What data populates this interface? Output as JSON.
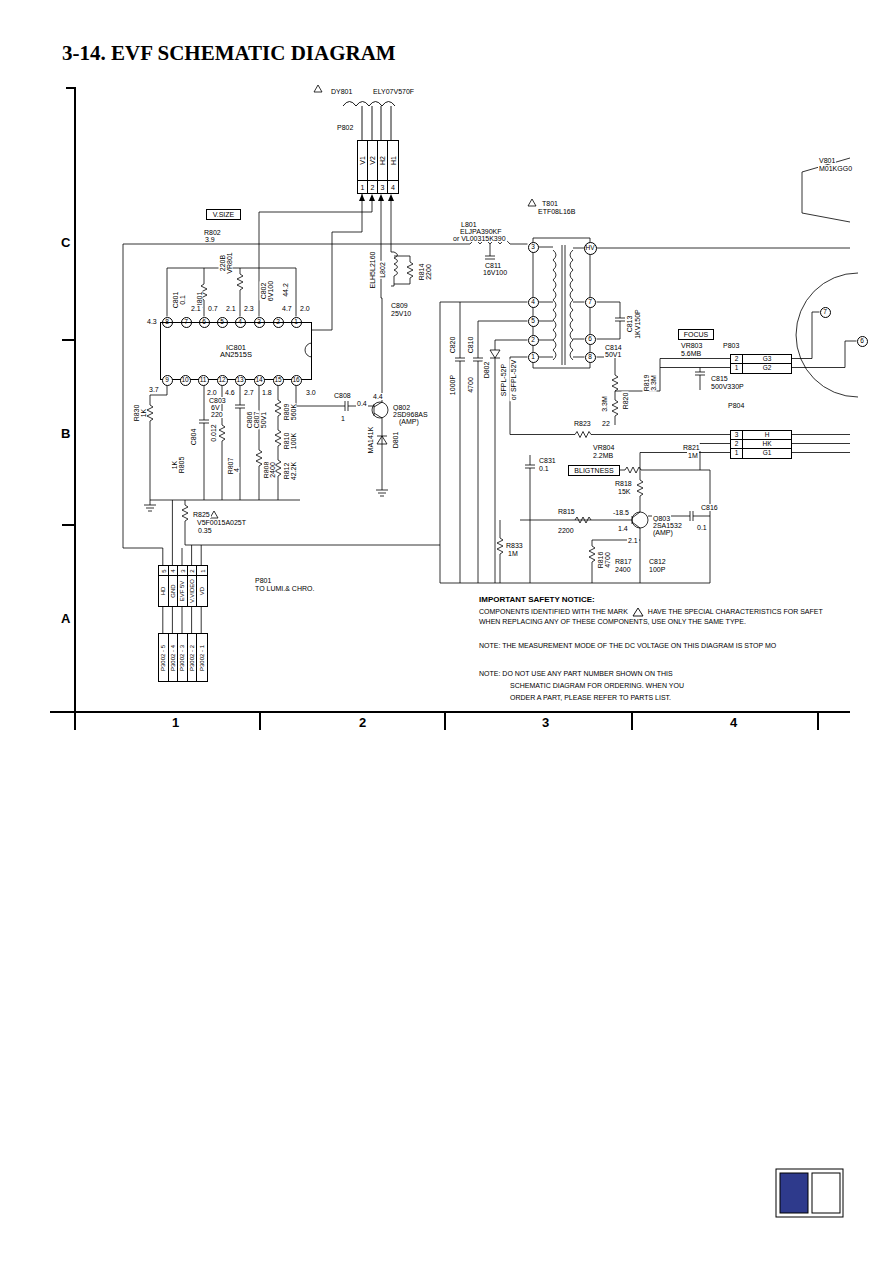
{
  "diagram": {
    "title": "3-14. EVF SCHEMATIC DIAGRAM",
    "nodes": [
      {
        "text": [
          "V1",
          "V2",
          "H2",
          "H1",
          "1",
          "2",
          "3",
          "4"
        ]
      },
      {
        "text": [
          "V.SIZE"
        ]
      },
      {
        "text": [
          "8"
        ]
      },
      {
        "text": [
          "7"
        ]
      },
      {
        "text": [
          "6"
        ]
      },
      {
        "text": [
          "5"
        ]
      },
      {
        "text": [
          "4"
        ]
      },
      {
        "text": [
          "3"
        ]
      },
      {
        "text": [
          "2"
        ]
      },
      {
        "text": [
          "1"
        ]
      },
      {
        "text": [
          "IC801",
          "AN2515S"
        ]
      },
      {
        "text": [
          "9"
        ]
      },
      {
        "text": [
          "10"
        ]
      },
      {
        "text": [
          "11"
        ]
      },
      {
        "text": [
          "12"
        ]
      },
      {
        "text": [
          "13"
        ]
      },
      {
        "text": [
          "14"
        ]
      },
      {
        "text": [
          "15"
        ]
      },
      {
        "text": [
          "16"
        ]
      },
      {
        "text": [
          "3"
        ]
      },
      {
        "text": [
          "4"
        ]
      },
      {
        "text": [
          "5"
        ]
      },
      {
        "text": [
          "2"
        ]
      },
      {
        "text": [
          "1"
        ]
      },
      {
        "text": [
          "HV"
        ]
      },
      {
        "text": [
          "7"
        ]
      },
      {
        "text": [
          "6"
        ]
      },
      {
        "text": [
          "8"
        ]
      },
      {
        "text": [
          "7"
        ]
      },
      {
        "text": [
          "6"
        ]
      },
      {
        "text": [
          "FOCUS"
        ]
      },
      {
        "text": [
          "2",
          "G3",
          "1",
          "G2"
        ]
      },
      {
        "text": [
          "3",
          "H",
          "2",
          "HK",
          "1",
          "G1"
        ]
      },
      {
        "text": [
          "BLIGTNESS"
        ]
      },
      {
        "text": [
          "5",
          "4",
          "3",
          "2",
          "1",
          "HD",
          "GND",
          "EVF 5V",
          "V.VIDEO",
          "VD"
        ]
      },
      {
        "text": [
          "P3002 - 5",
          "P3002 - 4",
          "P3002 - 3",
          "P3002 - 2",
          "P3002 - 1"
        ]
      }
    ],
    "edges": [
      {
        "from": 10,
        "to": 0,
        "arrow": "to"
      },
      {
        "from": 34,
        "to": 35,
        "arrow": "none"
      }
    ],
    "labels": [
      "DY801",
      "ELY07V570F",
      "P802",
      "V801",
      "M01KGG0",
      "T801",
      "ETF08L16B",
      "L801",
      "ELJPA390KF",
      "or VL00315K390",
      "C811",
      "16V100",
      "R802",
      "3.9",
      "VR801",
      "220B",
      "44.2",
      "C801",
      "0.1",
      "R801",
      "C802",
      "6V100",
      "ELH5L2160",
      "L802",
      "R814",
      "2200",
      "C809",
      "25V10",
      "4.3",
      "2.1",
      "0.7",
      "2.1",
      "2.3",
      "4.7",
      "2.0",
      "3.7",
      "2.0",
      "4.6",
      "2.7",
      "1.8",
      "3.0",
      "C803",
      "6V",
      "220",
      "R830",
      "1K",
      "C804",
      "1K",
      "R805",
      "0.012",
      "R807",
      "4",
      "C806",
      "C807",
      "50V1",
      "R808",
      "2400",
      "R809",
      "560K",
      "R810",
      "100K",
      "R812",
      "42.2K",
      "C808",
      "1",
      "4.4",
      "0.4",
      "Q802",
      "2SD968AS",
      "(AMP)",
      "D801",
      "MA141K",
      "C820",
      "1000P",
      "C810",
      "4700",
      "D802",
      "SFPL-52P",
      "or SFPL-52V",
      "C813",
      "1KV150P",
      "C814",
      "50V1",
      "VR803",
      "5.6MB",
      "P803",
      "R819",
      "3.3M",
      "R820",
      "3.3M",
      "C815",
      "500V330P",
      "P804",
      "R823",
      "22",
      "C831",
      "0.1",
      "VR804",
      "2.2MB",
      "R821",
      "1M",
      "R818",
      "15K",
      "-18.5",
      "Q803",
      "2SA1532",
      "(AMP)",
      "1.4",
      "2.1",
      "C816",
      "0.1",
      "R815",
      "2200",
      "R833",
      "1M",
      "R816",
      "4700",
      "R817",
      "2400",
      "C812",
      "100P",
      "R825",
      "V5F0015A025T",
      "0.35",
      "P801",
      "TO LUMI.& CHRO.",
      "IMPORTANT SAFETY NOTICE:",
      "COMPONENTS IDENTIFIED WITH THE MARK",
      "HAVE THE SPECIAL CHARACTERISTICS FOR SAFET",
      "WHEN REPLACING ANY OF THESE COMPONENTS, USE ONLY THE SAME TYPE.",
      "NOTE: THE MEASUREMENT MODE OF THE DC VOLTAGE ON THIS DIAGRAM IS STOP MO",
      "NOTE: DO NOT USE ANY PART NUMBER SHOWN ON THIS",
      "SCHEMATIC DIAGRAM FOR ORDERING. WHEN YOU",
      "ORDER A PART, PLEASE REFER TO PARTS LIST.",
      "C",
      "B",
      "A",
      "1",
      "2",
      "3",
      "4"
    ]
  }
}
